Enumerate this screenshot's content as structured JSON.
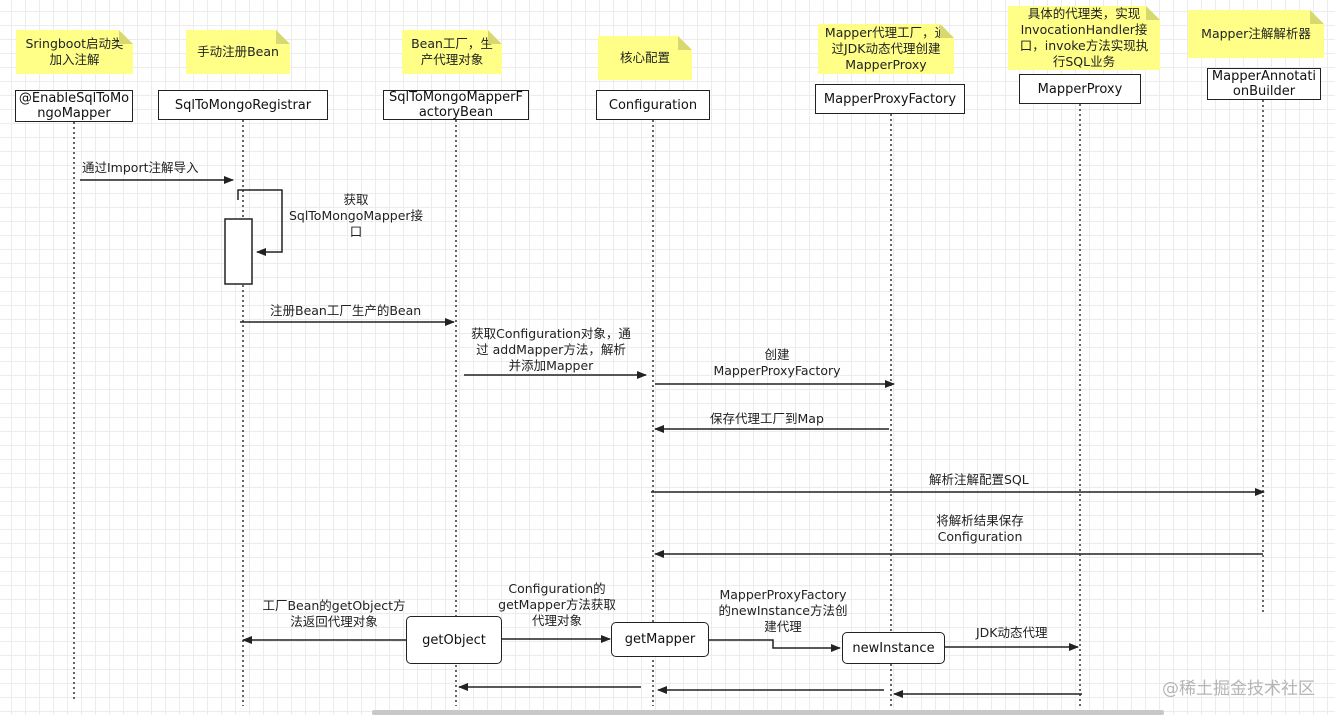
{
  "notes": [
    "Sringboot启动类加入注解",
    "手动注册Bean",
    "Bean工厂，生产代理对象",
    "核心配置",
    "Mapper代理工厂，通过JDK动态代理创建MapperProxy",
    "具体的代理类，实现InvocationHandler接口，invoke方法实现执行SQL业务",
    "Mapper注解解析器"
  ],
  "actors": [
    "@EnableSqlToMongoMapper",
    "SqlToMongoRegistrar",
    "SqlToMongoMapperFactoryBean",
    "Configuration",
    "MapperProxyFactory",
    "MapperProxy",
    "MapperAnnotationBuilder"
  ],
  "messages": {
    "import": "通过Import注解导入",
    "self_call": "获取SqlToMongoMapper接口",
    "register_bean": "注册Bean工厂生产的Bean",
    "add_mapper": "获取Configuration对象，通过 addMapper方法，解析并添加Mapper",
    "create_factory": "创建MapperProxyFactory",
    "save_factory": "保存代理工厂到Map",
    "parse_sql": "解析注解配置SQL",
    "save_result": "将解析结果保存Configuration",
    "get_object_return": "工厂Bean的getObject方法返回代理对象",
    "get_mapper_call": "Configuration的getMapper方法获取代理对象",
    "new_instance_call": "MapperProxyFactory的newInstance方法创建代理",
    "jdk_proxy": "JDK动态代理"
  },
  "boxes": {
    "get_object": "getObject",
    "get_mapper": "getMapper",
    "new_instance": "newInstance"
  },
  "watermark": "@稀土掘金技术社区"
}
